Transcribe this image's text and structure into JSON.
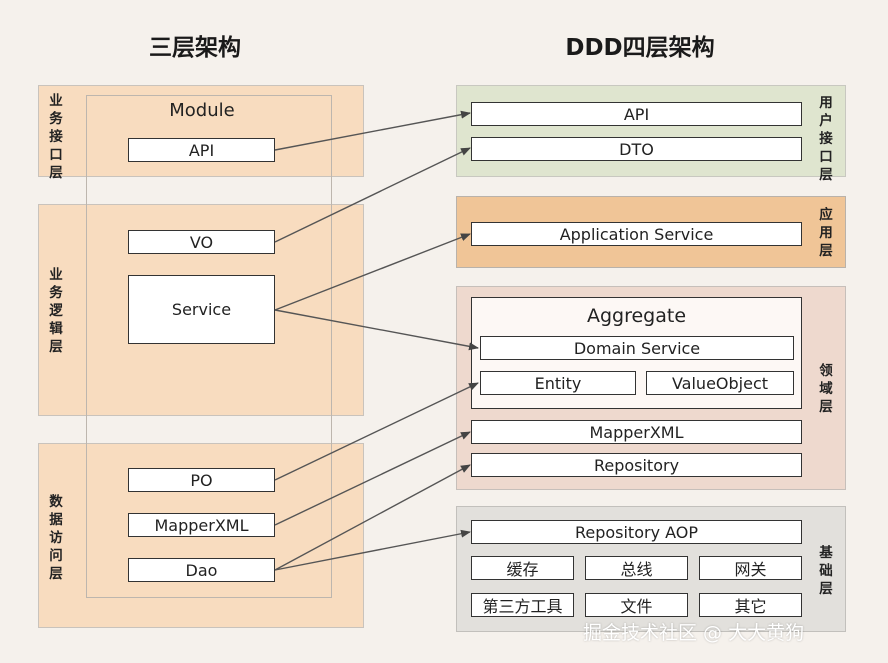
{
  "titles": {
    "left": "三层架构",
    "right": "DDD四层架构"
  },
  "left": {
    "module_label": "Module",
    "bands": [
      {
        "label": "业务接口层",
        "items": [
          "API"
        ]
      },
      {
        "label": "业务逻辑层",
        "items": [
          "VO",
          "Service"
        ]
      },
      {
        "label": "数据访问层",
        "items": [
          "PO",
          "MapperXML",
          "Dao"
        ]
      }
    ]
  },
  "right": {
    "bands": [
      {
        "label": "用户接口层",
        "items": [
          "API",
          "DTO"
        ]
      },
      {
        "label": "应用层",
        "items": [
          "Application Service"
        ]
      },
      {
        "label": "领域层",
        "aggregate": {
          "title": "Aggregate",
          "domain_service": "Domain Service",
          "entity": "Entity",
          "value_object": "ValueObject"
        },
        "items": [
          "MapperXML",
          "Repository"
        ]
      },
      {
        "label": "基础层",
        "top": "Repository AOP",
        "grid": [
          "缓存",
          "总线",
          "网关",
          "第三方工具",
          "文件",
          "其它"
        ]
      }
    ]
  },
  "mappings": [
    {
      "from": "API",
      "to": "API"
    },
    {
      "from": "VO",
      "to": "DTO"
    },
    {
      "from": "Service",
      "to": "Application Service"
    },
    {
      "from": "Service",
      "to": "Domain Service"
    },
    {
      "from": "PO",
      "to": "Entity"
    },
    {
      "from": "MapperXML",
      "to": "MapperXML"
    },
    {
      "from": "Dao",
      "to": "Repository"
    },
    {
      "from": "Dao",
      "to": "Repository AOP"
    }
  ],
  "watermark": "掘金技术社区 @ 大大黄狗"
}
